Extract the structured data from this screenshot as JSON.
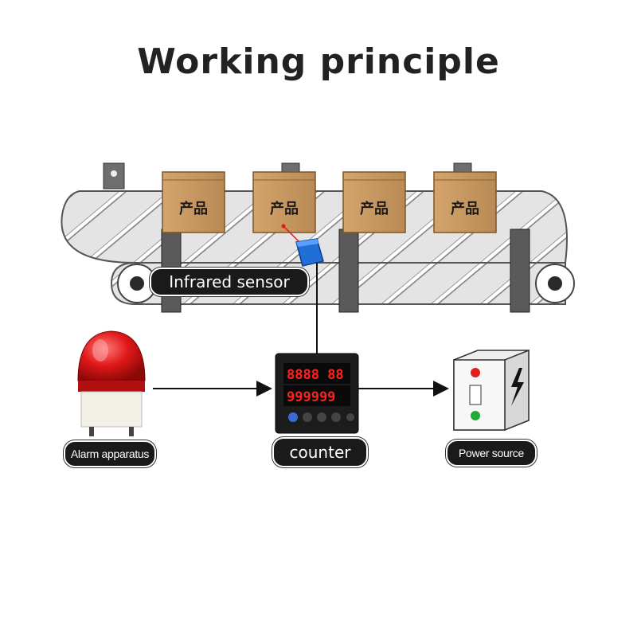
{
  "title": "Working principle",
  "product_label": "产品",
  "labels": {
    "sensor": "Infrared sensor",
    "alarm": "Alarm apparatus",
    "counter": "counter",
    "power": "Power source"
  },
  "counter_display": {
    "top_row": "8888 88",
    "bottom_row": "999999"
  },
  "colors": {
    "box": "#c89a62",
    "belt": "#dcdcdc",
    "sensor": "#1f6fd6",
    "alarm": "#e01818",
    "pill": "#1a1a1a"
  }
}
